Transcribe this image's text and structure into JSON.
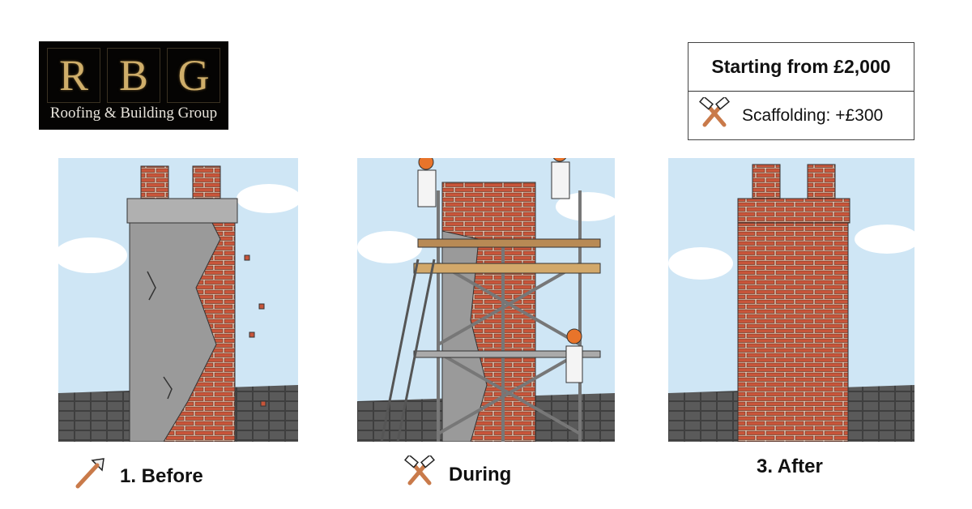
{
  "logo": {
    "letters": [
      "R",
      "B",
      "G"
    ],
    "subtitle": "Roofing & Building Group"
  },
  "pricing": {
    "starting": "Starting from £2,000",
    "scaffolding": "Scaffolding: +£300",
    "scaffolding_icon": "crossed-hammers-icon"
  },
  "panels": [
    {
      "caption": "1. Before",
      "icon": "trowel-icon"
    },
    {
      "caption": "During",
      "icon": "crossed-hammers-icon"
    },
    {
      "caption": "3. After",
      "icon": ""
    }
  ],
  "colors": {
    "sky": "#cfe6f5",
    "brick": "#c8553a",
    "mortar": "#f1d6c4",
    "render": "#9a9a9a",
    "roof": "#4a4a4a"
  }
}
